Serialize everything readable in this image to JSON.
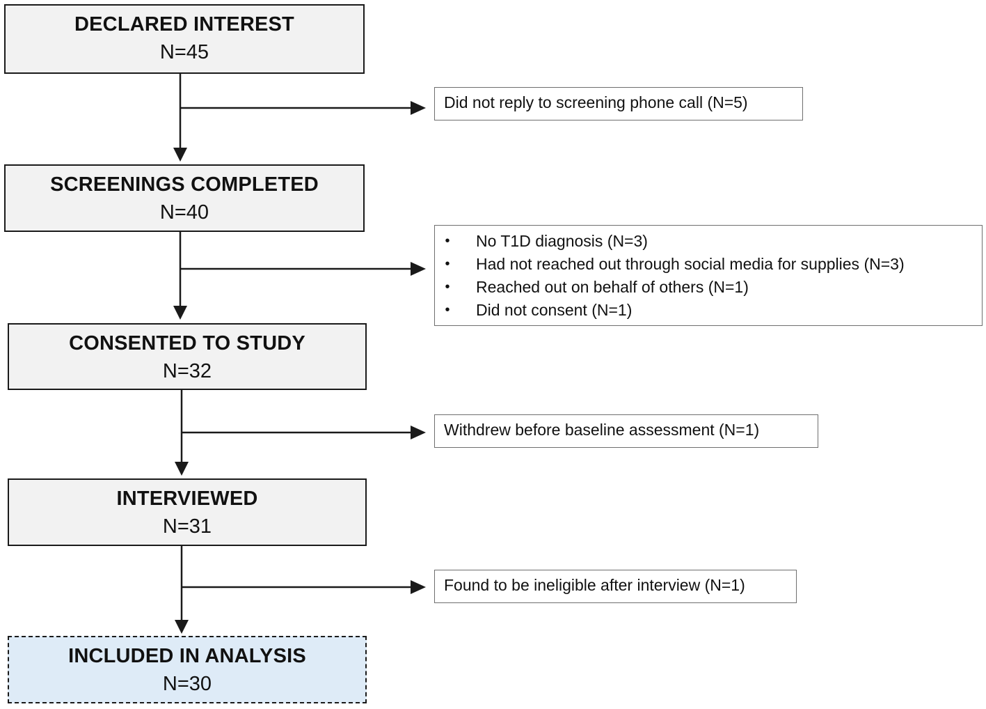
{
  "stages": [
    {
      "title": "DECLARED INTEREST",
      "count": "N=45"
    },
    {
      "title": "SCREENINGS COMPLETED",
      "count": "N=40"
    },
    {
      "title": "CONSENTED TO STUDY",
      "count": "N=32"
    },
    {
      "title": "INTERVIEWED",
      "count": "N=31"
    },
    {
      "title": "INCLUDED IN ANALYSIS",
      "count": "N=30"
    }
  ],
  "exclusions": {
    "after_declared": "Did not reply to screening phone call (N=5)",
    "after_screening": [
      "No T1D diagnosis (N=3)",
      "Had not reached out through social media for supplies (N=3)",
      "Reached out on behalf of others (N=1)",
      "Did not consent (N=1)"
    ],
    "after_consent": "Withdrew before baseline assessment (N=1)",
    "after_interview": "Found to be ineligible after interview (N=1)"
  },
  "bullet_glyph": "•",
  "colors": {
    "stage_fill": "#f2f2f2",
    "final_stage_fill": "#deebf7",
    "line": "#1a1a1a",
    "side_border": "#6e6e6e"
  }
}
